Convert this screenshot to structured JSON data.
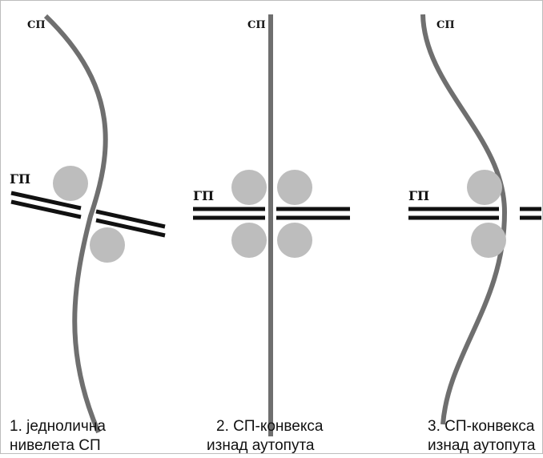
{
  "colors": {
    "road_sp": "#6f6f6f",
    "road_gp": "#111111",
    "ramp_circle": "#bdbdbd",
    "background": "#ffffff",
    "border": "#bdbdbd"
  },
  "panels": [
    {
      "sp_label": "СП",
      "gp_label": "ГП",
      "caption_line1": "1. једнолична",
      "caption_line2": "нивелета СП"
    },
    {
      "sp_label": "СП",
      "gp_label": "ГП",
      "caption_line1": "2. СП-конвекса",
      "caption_line2": "изнад аутопута"
    },
    {
      "sp_label": "СП",
      "gp_label": "ГП",
      "caption_line1": "3. СП-конвекса",
      "caption_line2": "изнад аутопута"
    }
  ]
}
